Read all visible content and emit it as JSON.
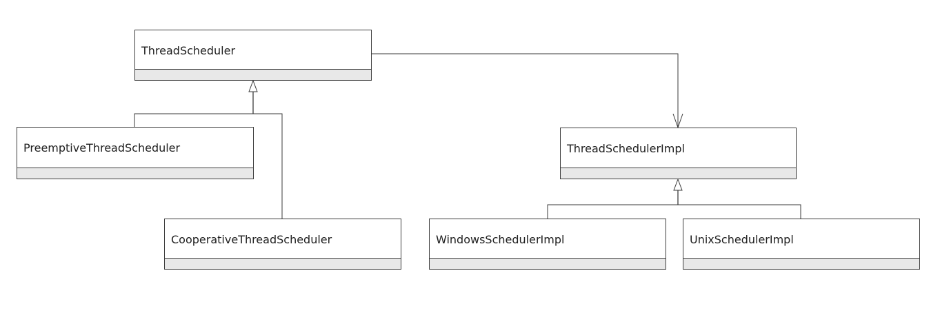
{
  "diagram": {
    "classes": {
      "thread_scheduler": {
        "name": "ThreadScheduler"
      },
      "preemptive_thread_scheduler": {
        "name": "PreemptiveThreadScheduler"
      },
      "cooperative_thread_scheduler": {
        "name": "CooperativeThreadScheduler"
      },
      "thread_scheduler_impl": {
        "name": "ThreadSchedulerImpl"
      },
      "windows_scheduler_impl": {
        "name": "WindowsSchedulerImpl"
      },
      "unix_scheduler_impl": {
        "name": "UnixSchedulerImpl"
      }
    },
    "relationships": [
      {
        "type": "generalization",
        "from": "PreemptiveThreadScheduler",
        "to": "ThreadScheduler"
      },
      {
        "type": "generalization",
        "from": "CooperativeThreadScheduler",
        "to": "ThreadScheduler"
      },
      {
        "type": "association",
        "from": "ThreadScheduler",
        "to": "ThreadSchedulerImpl"
      },
      {
        "type": "generalization",
        "from": "WindowsSchedulerImpl",
        "to": "ThreadSchedulerImpl"
      },
      {
        "type": "generalization",
        "from": "UnixSchedulerImpl",
        "to": "ThreadSchedulerImpl"
      }
    ]
  },
  "colors": {
    "line": "#3a3a3a",
    "box_fill": "#ffffff",
    "compartment_fill": "#e8e8e8",
    "text": "#202020"
  }
}
